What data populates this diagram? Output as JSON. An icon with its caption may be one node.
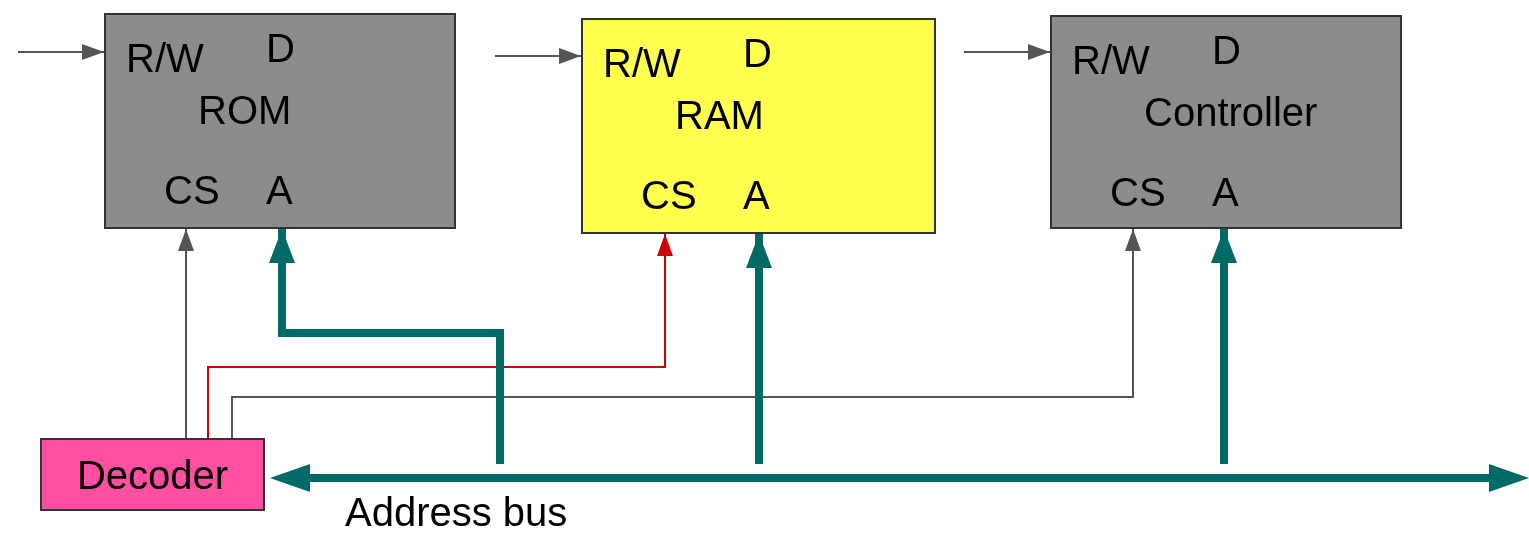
{
  "diagram": {
    "nodes": [
      {
        "text": [
          "R/W",
          "D",
          "ROM",
          "CS",
          "A"
        ]
      },
      {
        "text": [
          "R/W",
          "D",
          "RAM",
          "CS",
          "A"
        ]
      },
      {
        "text": [
          "R/W",
          "D",
          "Controller",
          "CS",
          "A"
        ]
      },
      {
        "text": [
          "Decoder"
        ]
      },
      {
        "text": [],
        "shape": "bar",
        "beside": [
          "Address bus"
        ]
      }
    ],
    "edges": [
      {
        "from": null,
        "to": 0,
        "arrow": "to"
      },
      {
        "from": null,
        "to": 1,
        "arrow": "to"
      },
      {
        "from": null,
        "to": 2,
        "arrow": "to"
      },
      {
        "from": 3,
        "to": 0,
        "arrow": "to"
      },
      {
        "from": 3,
        "to": 1,
        "arrow": "to",
        "color": "#cc0000"
      },
      {
        "from": 3,
        "to": 2,
        "arrow": "to"
      },
      {
        "from": 4,
        "to": 0,
        "arrow": "to",
        "style": "thick",
        "color": "#006b66"
      },
      {
        "from": 4,
        "to": 1,
        "arrow": "to",
        "style": "thick",
        "color": "#006b66"
      },
      {
        "from": 4,
        "to": 2,
        "arrow": "to",
        "style": "thick",
        "color": "#006b66"
      }
    ]
  }
}
